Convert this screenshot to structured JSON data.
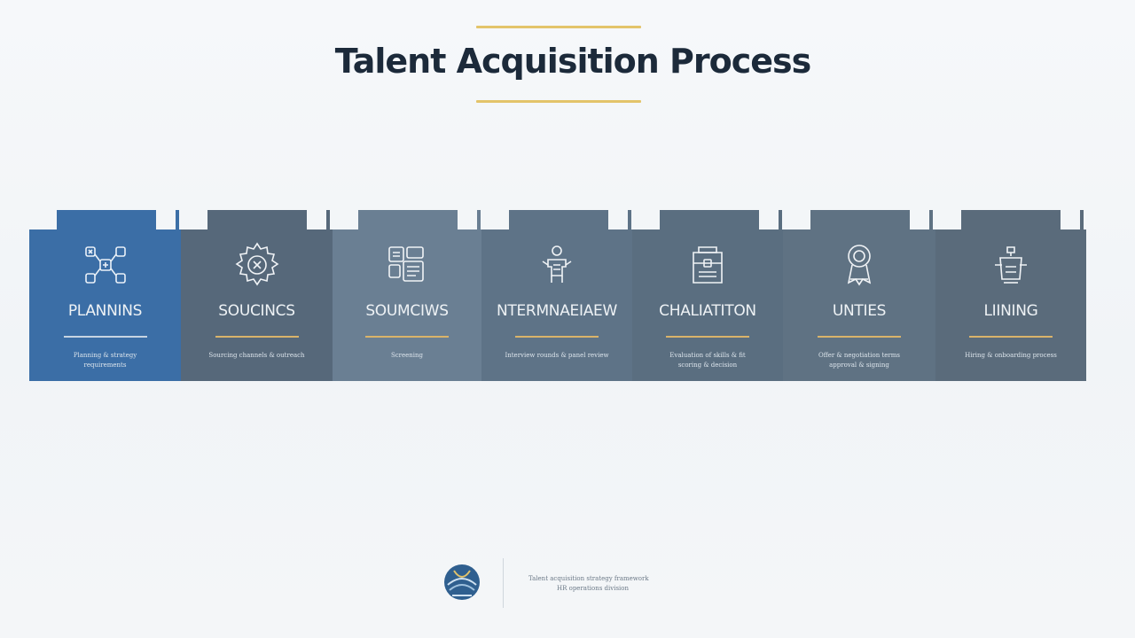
{
  "title": "Talent Acquisition Process",
  "stages": [
    {
      "label": "PLANNINS",
      "icon": "network-nodes-icon",
      "description": [
        "Planning & strategy",
        "requirements"
      ],
      "color": "#3b6ea6"
    },
    {
      "label": "SOUCINCS",
      "icon": "gear-badge-icon",
      "description": [
        "Sourcing channels & outreach"
      ],
      "color": "#56687a"
    },
    {
      "label": "SOUMCIWS",
      "icon": "document-grid-icon",
      "description": [
        "Screening"
      ],
      "color": "#6a7f93"
    },
    {
      "label": "NTERMNAEIAEW",
      "icon": "puzzle-person-icon",
      "description": [
        "Interview rounds & panel review"
      ],
      "color": "#5e7387"
    },
    {
      "label": "CHALIATITON",
      "icon": "briefcase-icon",
      "description": [
        "Evaluation of skills & fit",
        "scoring & decision"
      ],
      "color": "#5a6e80"
    },
    {
      "label": "UNTIES",
      "icon": "award-ribbon-icon",
      "description": [
        "Offer & negotiation terms",
        "approval & signing"
      ],
      "color": "#5f7283"
    },
    {
      "label": "LIINING",
      "icon": "onboarding-bag-icon",
      "description": [
        "Hiring & onboarding process"
      ],
      "color": "#5a6b7b"
    }
  ],
  "footer": {
    "lines": [
      "Talent acquisition strategy framework",
      "HR operations division"
    ]
  }
}
